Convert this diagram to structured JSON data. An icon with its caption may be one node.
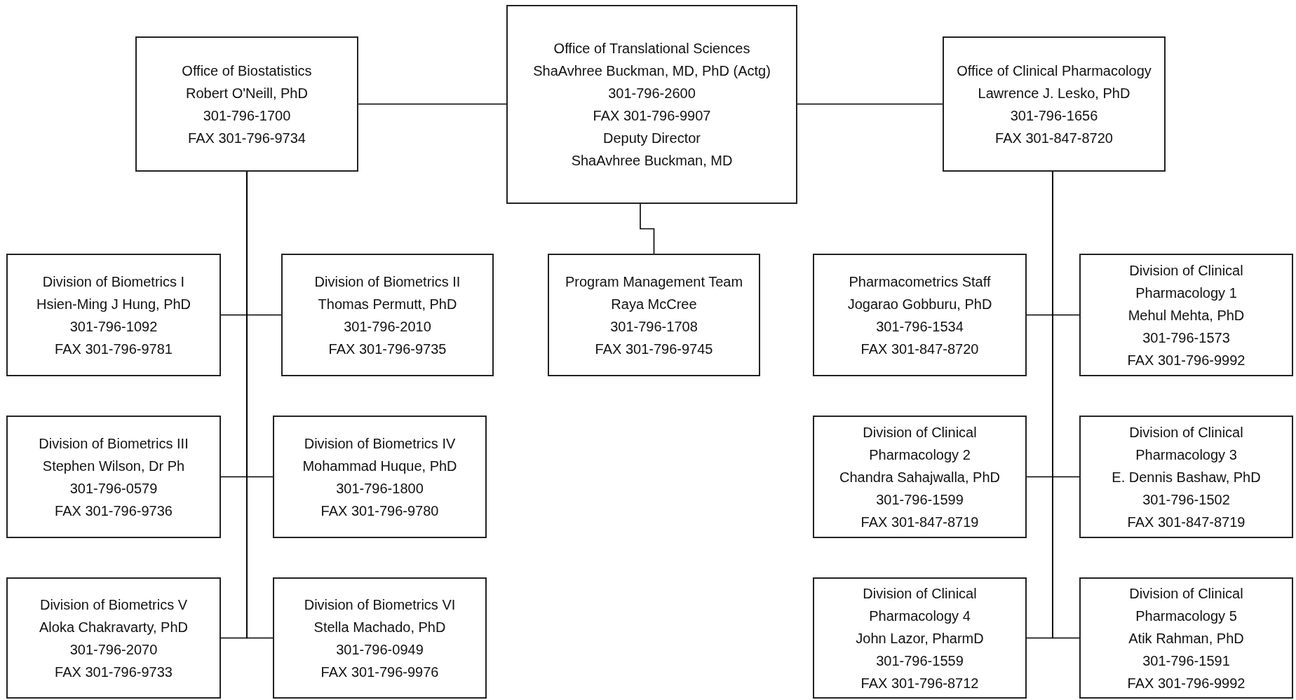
{
  "diagram": {
    "nodes": [
      {
        "text": [
          "Office of Translational Sciences",
          "ShaAvhree Buckman, MD, PhD (Actg)",
          "301-796-2600",
          "FAX 301-796-9907",
          "Deputy Director",
          "ShaAvhree Buckman, MD"
        ]
      },
      {
        "text": [
          "Office of Biostatistics",
          "Robert O'Neill, PhD",
          "301-796-1700",
          "FAX 301-796-9734"
        ]
      },
      {
        "text": [
          "Office of Clinical Pharmacology",
          "Lawrence J. Lesko, PhD",
          "301-796-1656",
          "FAX 301-847-8720"
        ]
      },
      {
        "text": [
          "Division of Biometrics I",
          "Hsien-Ming J Hung, PhD",
          "301-796-1092",
          "FAX 301-796-9781"
        ]
      },
      {
        "text": [
          "Division of Biometrics II",
          "Thomas Permutt, PhD",
          "301-796-2010",
          "FAX 301-796-9735"
        ]
      },
      {
        "text": [
          "Program Management Team",
          "Raya McCree",
          "301-796-1708",
          "FAX 301-796-9745"
        ]
      },
      {
        "text": [
          "Pharmacometrics Staff",
          "Jogarao Gobburu, PhD",
          "301-796-1534",
          "FAX 301-847-8720"
        ]
      },
      {
        "text": [
          "Division of Clinical Pharmacology 1",
          "Mehul Mehta, PhD",
          "301-796-1573",
          "FAX 301-796-9992"
        ]
      },
      {
        "text": [
          "Division of Biometrics III",
          "Stephen Wilson, Dr Ph",
          "301-796-0579",
          "FAX 301-796-9736"
        ]
      },
      {
        "text": [
          "Division of Biometrics IV",
          "Mohammad Huque, PhD",
          "301-796-1800",
          "FAX 301-796-9780"
        ]
      },
      {
        "text": [
          "Division of Clinical Pharmacology 2",
          "Chandra Sahajwalla, PhD",
          "301-796-1599",
          "FAX 301-847-8719"
        ]
      },
      {
        "text": [
          "Division of Clinical Pharmacology 3",
          "E. Dennis Bashaw, PhD",
          "301-796-1502",
          "FAX 301-847-8719"
        ]
      },
      {
        "text": [
          "Division of Biometrics V",
          "Aloka Chakravarty, PhD",
          "301-796-2070",
          "FAX 301-796-9733"
        ]
      },
      {
        "text": [
          "Division of Biometrics VI",
          "Stella Machado, PhD",
          "301-796-0949",
          "FAX 301-796-9976"
        ]
      },
      {
        "text": [
          "Division of Clinical Pharmacology 4",
          "John Lazor, PharmD",
          "301-796-1559",
          "FAX 301-796-8712"
        ]
      },
      {
        "text": [
          "Division of Clinical Pharmacology 5",
          "Atik Rahman, PhD",
          "301-796-1591",
          "FAX 301-796-9992"
        ]
      }
    ],
    "edges": [
      {
        "from": 0,
        "to": 1,
        "arrow": "none"
      },
      {
        "from": 0,
        "to": 2,
        "arrow": "none"
      },
      {
        "from": 0,
        "to": 5,
        "arrow": "none"
      },
      {
        "from": 1,
        "to": 3,
        "arrow": "none"
      },
      {
        "from": 1,
        "to": 4,
        "arrow": "none"
      },
      {
        "from": 1,
        "to": 8,
        "arrow": "none"
      },
      {
        "from": 1,
        "to": 9,
        "arrow": "none"
      },
      {
        "from": 1,
        "to": 12,
        "arrow": "none"
      },
      {
        "from": 1,
        "to": 13,
        "arrow": "none"
      },
      {
        "from": 2,
        "to": 6,
        "arrow": "none"
      },
      {
        "from": 2,
        "to": 7,
        "arrow": "none"
      },
      {
        "from": 2,
        "to": 10,
        "arrow": "none"
      },
      {
        "from": 2,
        "to": 11,
        "arrow": "none"
      },
      {
        "from": 2,
        "to": 14,
        "arrow": "none"
      },
      {
        "from": 2,
        "to": 15,
        "arrow": "none"
      }
    ]
  }
}
